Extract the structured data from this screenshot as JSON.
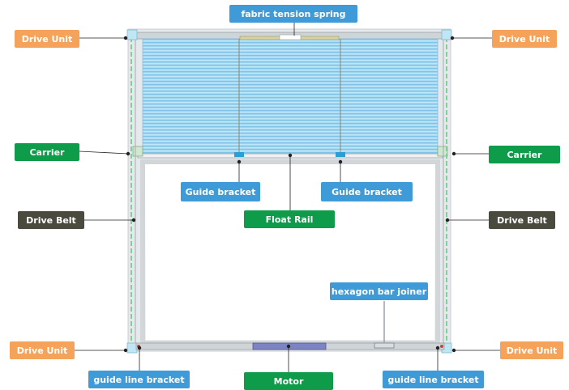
{
  "labels": {
    "fabric_tension_spring": "fabric tension spring",
    "drive_unit_top_left": "Drive Unit",
    "drive_unit_top_right": "Drive Unit",
    "carrier_left": "Carrier",
    "carrier_right": "Carrier",
    "guide_bracket_left": "Guide bracket",
    "guide_bracket_right": "Guide bracket",
    "float_rail": "Float Rail",
    "drive_belt_left": "Drive Belt",
    "drive_belt_right": "Drive Belt",
    "hexagon_bar_joiner": "hexagon bar joiner",
    "drive_unit_bottom_left": "Drive Unit",
    "drive_unit_bottom_right": "Drive Unit",
    "guide_line_bracket_left": "guide line bracket",
    "guide_line_bracket_right": "guide line bracket",
    "motor": "Motor"
  },
  "colors": {
    "orange_label": "#f5a25a",
    "green_label": "#0e9b4a",
    "blue_label": "#3f9ad8",
    "dark_label": "#4a4a3e",
    "fabric": "#a8daf2",
    "frame": "#d9dde0"
  }
}
